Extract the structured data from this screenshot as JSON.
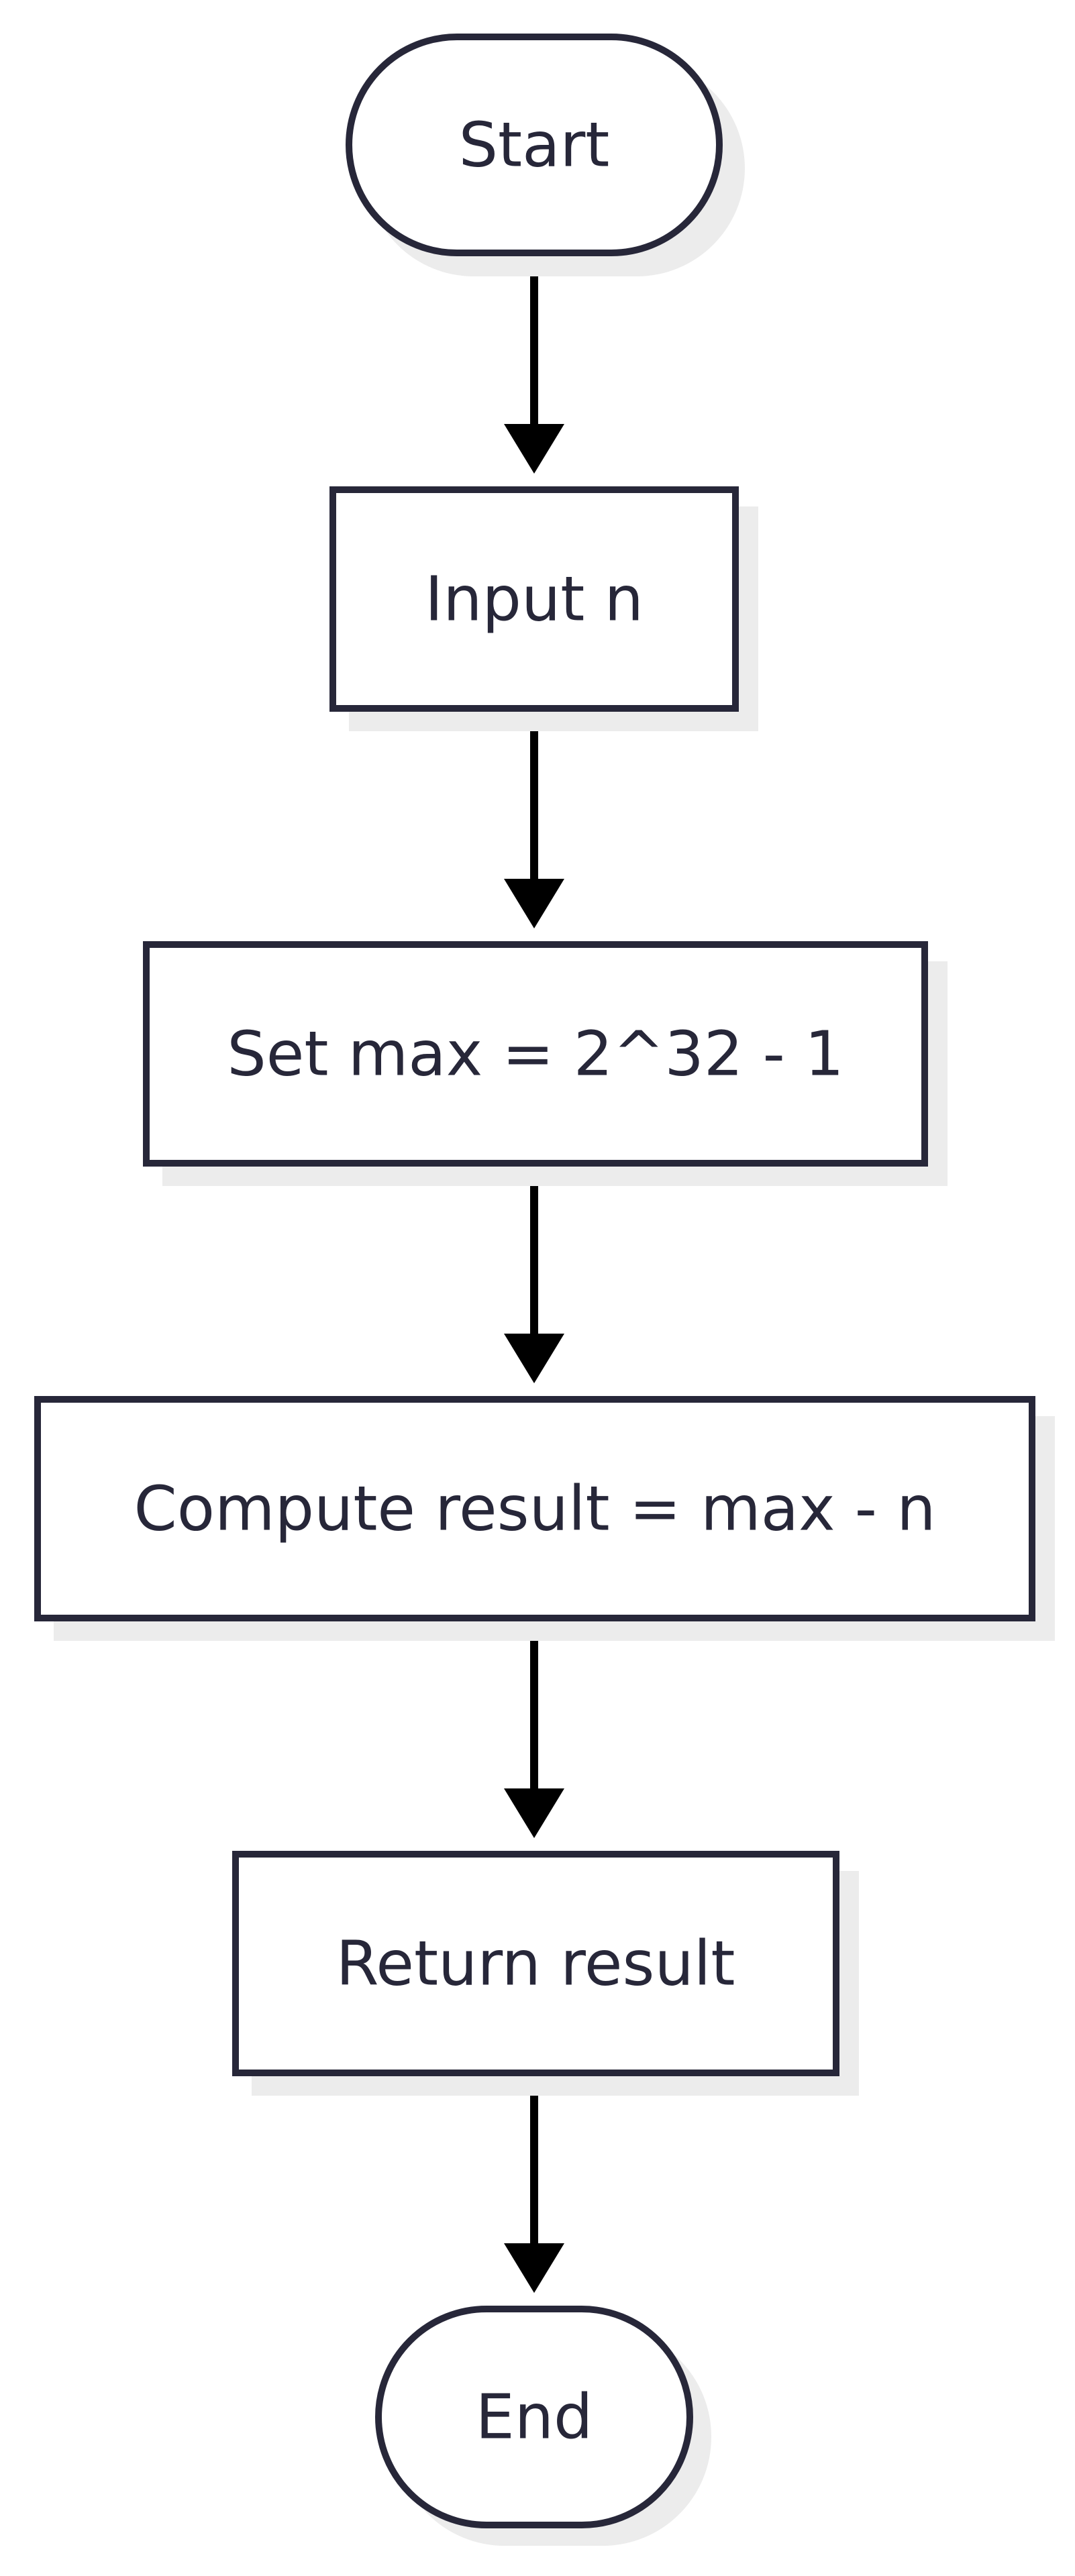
{
  "flowchart": {
    "nodes": [
      {
        "id": "start",
        "shape": "terminal",
        "label": "Start"
      },
      {
        "id": "input-n",
        "shape": "process",
        "label": "Input n"
      },
      {
        "id": "set-max",
        "shape": "process",
        "label": "Set max = 2^32 - 1"
      },
      {
        "id": "compute-result",
        "shape": "process",
        "label": "Compute result = max - n"
      },
      {
        "id": "return-result",
        "shape": "process",
        "label": "Return result"
      },
      {
        "id": "end",
        "shape": "terminal",
        "label": "End"
      }
    ],
    "edges": [
      {
        "from": "start",
        "to": "input-n"
      },
      {
        "from": "input-n",
        "to": "set-max"
      },
      {
        "from": "set-max",
        "to": "compute-result"
      },
      {
        "from": "compute-result",
        "to": "return-result"
      },
      {
        "from": "return-result",
        "to": "end"
      }
    ],
    "colors": {
      "node_stroke": "#272739",
      "node_fill": "#ffffff",
      "label_text": "#272739",
      "arrow": "#000000",
      "shadow": "#ececec"
    }
  }
}
